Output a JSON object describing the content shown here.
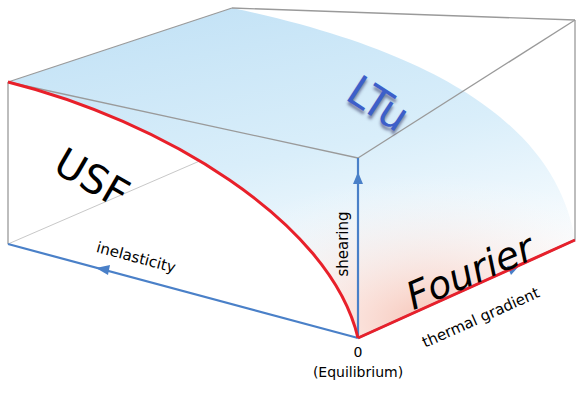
{
  "diagram": {
    "labels": [
      "LTu",
      "USF",
      "Fourier",
      "shearing",
      "thermal gradient",
      "inelasticity",
      "0",
      "(Equilibrium)"
    ]
  }
}
